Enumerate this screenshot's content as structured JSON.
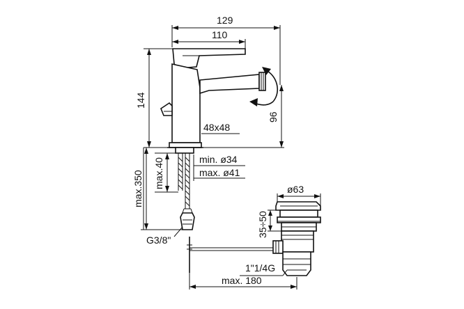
{
  "dimensions": {
    "width_overall": "129",
    "width_spout": "110",
    "height_body": "144",
    "height_outlet": "96",
    "base_size": "48x48",
    "hole_min": "min. ø34",
    "hole_max": "max. ø41",
    "deck_max": "max.40",
    "hose_max": "max.350",
    "hose_thread": "G3/8\"",
    "waste_diameter": "ø63",
    "waste_range": "35÷50",
    "waste_thread": "1\"1/4G",
    "rod_max": "max. 180"
  }
}
